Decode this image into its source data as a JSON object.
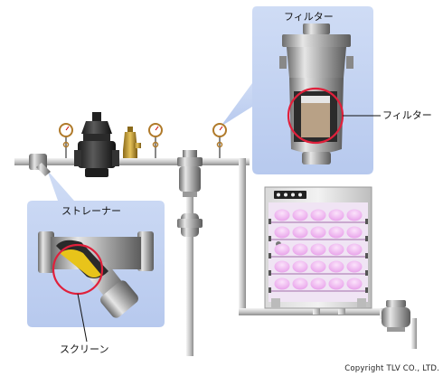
{
  "callouts": {
    "filter_panel_title": "フィルター",
    "filter_label": "フィルター",
    "strainer_panel_title": "ストレーナー",
    "screen_label": "スクリーン"
  },
  "copyright": "Copyright TLV CO., LTD."
}
